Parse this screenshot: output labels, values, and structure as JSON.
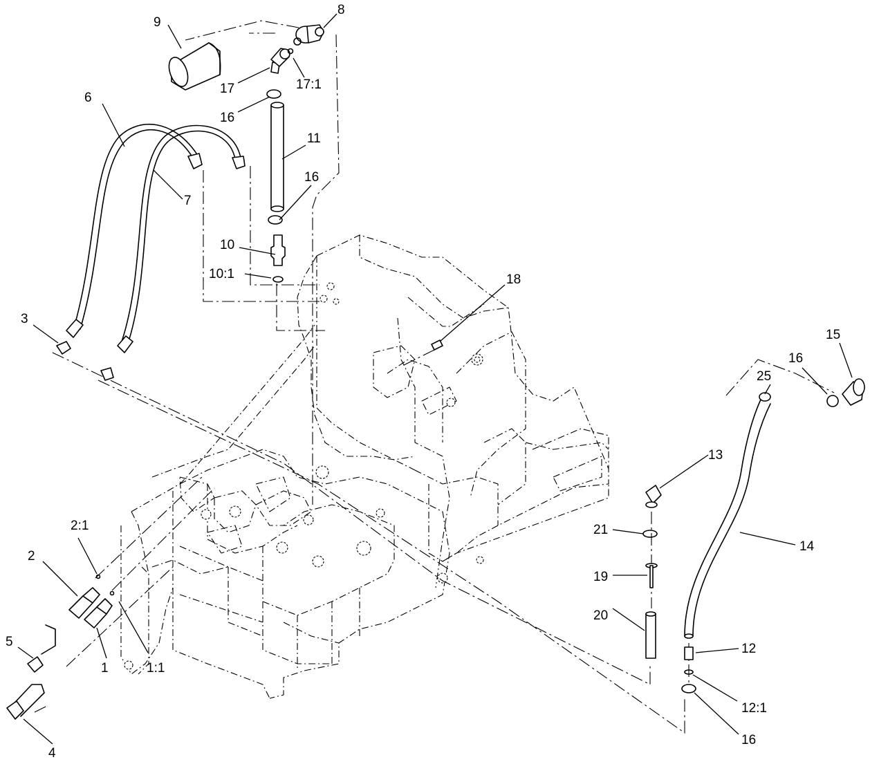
{
  "callouts": [
    {
      "id": "c1",
      "label": "1"
    },
    {
      "id": "c1_1",
      "label": "1:1"
    },
    {
      "id": "c2",
      "label": "2"
    },
    {
      "id": "c2_1",
      "label": "2:1"
    },
    {
      "id": "c3",
      "label": "3"
    },
    {
      "id": "c4",
      "label": "4"
    },
    {
      "id": "c5",
      "label": "5"
    },
    {
      "id": "c6",
      "label": "6"
    },
    {
      "id": "c7",
      "label": "7"
    },
    {
      "id": "c8",
      "label": "8"
    },
    {
      "id": "c9",
      "label": "9"
    },
    {
      "id": "c10",
      "label": "10"
    },
    {
      "id": "c10_1",
      "label": "10:1"
    },
    {
      "id": "c11",
      "label": "11"
    },
    {
      "id": "c12",
      "label": "12"
    },
    {
      "id": "c12_1",
      "label": "12:1"
    },
    {
      "id": "c13",
      "label": "13"
    },
    {
      "id": "c14",
      "label": "14"
    },
    {
      "id": "c15",
      "label": "15"
    },
    {
      "id": "c16a",
      "label": "16"
    },
    {
      "id": "c16b",
      "label": "16"
    },
    {
      "id": "c16c",
      "label": "16"
    },
    {
      "id": "c16d",
      "label": "16"
    },
    {
      "id": "c17",
      "label": "17"
    },
    {
      "id": "c17_1",
      "label": "17:1"
    },
    {
      "id": "c18",
      "label": "18"
    },
    {
      "id": "c19",
      "label": "19"
    },
    {
      "id": "c20",
      "label": "20"
    },
    {
      "id": "c21",
      "label": "21"
    },
    {
      "id": "c25",
      "label": "25"
    }
  ]
}
